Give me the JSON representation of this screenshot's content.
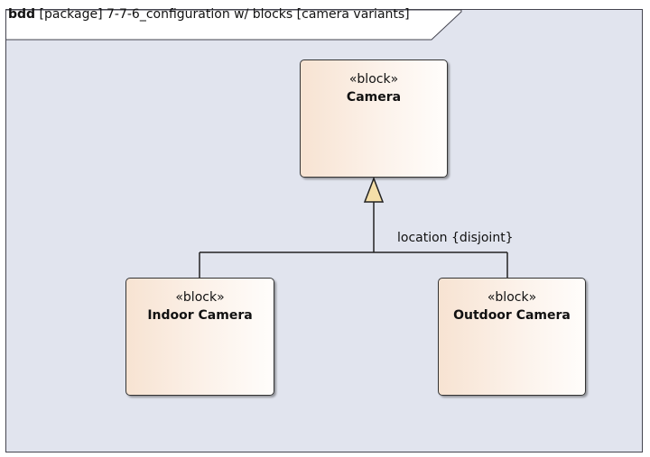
{
  "frame": {
    "kind": "bdd",
    "title": "[package] 7-7-6_configuration w/ blocks [camera variants]"
  },
  "blocks": {
    "camera": {
      "stereotype": "«block»",
      "name": "Camera"
    },
    "indoor": {
      "stereotype": "«block»",
      "name": "Indoor Camera"
    },
    "outdoor": {
      "stereotype": "«block»",
      "name": "Outdoor Camera"
    }
  },
  "generalization_set": {
    "label": "location {disjoint}"
  },
  "colors": {
    "frame_fill": "#e1e4ee",
    "block_fill_start": "#f7e3d2",
    "block_fill_end": "#fffdfb",
    "arrow_fill": "#f5dfa8"
  }
}
